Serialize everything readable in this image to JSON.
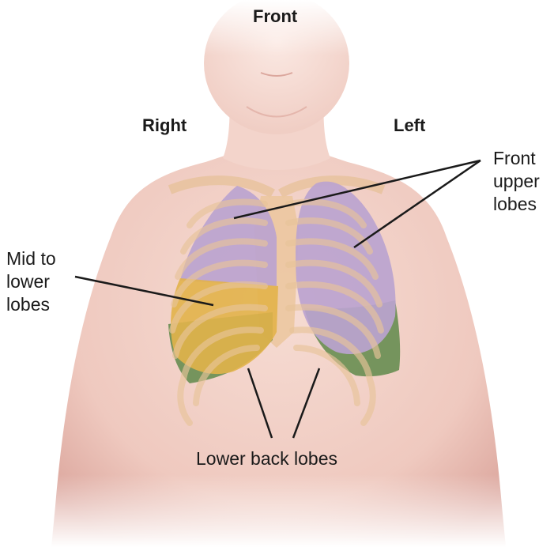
{
  "labels": {
    "front": "Front",
    "right": "Right",
    "left": "Left",
    "front_upper": [
      "Front",
      "upper",
      "lobes"
    ],
    "mid_lower": [
      "Mid to",
      "lower",
      "lobes"
    ],
    "lower_back": "Lower back lobes"
  },
  "colors": {
    "skin": "#f2cfc6",
    "skin_shadow": "#d9a79f",
    "rib": "#e8c49a",
    "upper_lobe": "#bba3cf",
    "mid_lower_lobe": "#e2b24a",
    "lower_back_lobe": "#5f8a4a",
    "leader_line": "#1a1a1a"
  }
}
